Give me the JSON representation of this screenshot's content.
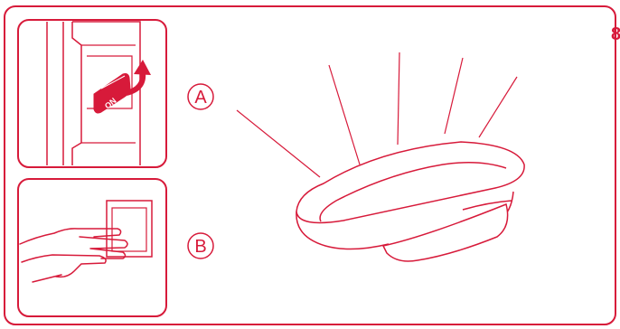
{
  "step_number": "8",
  "panel_a": {
    "label": "A",
    "switch_text": "ON"
  },
  "panel_b": {
    "label": "B"
  },
  "colors": {
    "accent": "#d71a3a",
    "background": "#ffffff"
  }
}
